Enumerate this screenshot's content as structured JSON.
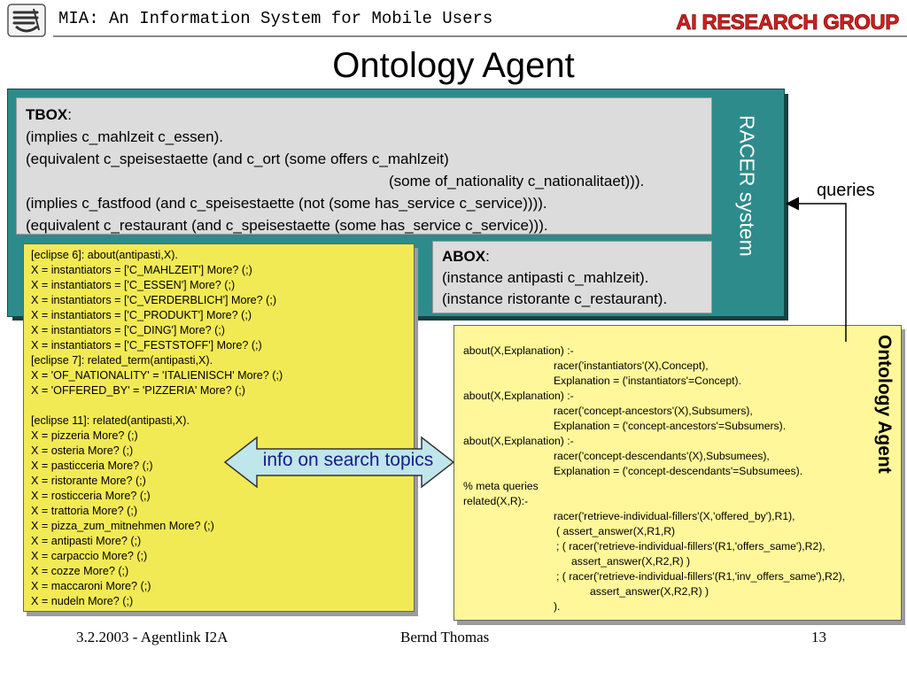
{
  "header": {
    "title": "MIA: An Information System for Mobile Users",
    "logo_text": "AI RESEARCH GROUP",
    "logo_left_icon": "mia-emblem-icon"
  },
  "slide": {
    "title": "Ontology Agent"
  },
  "racer": {
    "label": "RACER system",
    "tbox": {
      "heading": "TBOX",
      "lines": [
        "(implies c_mahlzeit c_essen).",
        "(equivalent c_speisestaette (and c_ort (some offers c_mahlzeit)",
        "(some of_nationality c_nationalitaet))).",
        "(implies c_fastfood (and c_speisestaette (not (some has_service c_service)))).",
        "(equivalent c_restaurant (and c_speisestaette (some has_service c_service)))."
      ]
    },
    "abox": {
      "heading": "ABOX",
      "lines": [
        "(instance antipasti c_mahlzeit).",
        "(instance ristorante c_restaurant)."
      ]
    }
  },
  "eclipse": {
    "group1": [
      "[eclipse 6]: about(antipasti,X).",
      "X = instantiators = ['C_MAHLZEIT']     More? (;)",
      "X = instantiators = ['C_ESSEN']     More? (;)",
      "X = instantiators = ['C_VERDERBLICH']     More? (;)",
      "X = instantiators = ['C_PRODUKT']     More? (;)",
      "X = instantiators = ['C_DING']     More? (;)",
      "X = instantiators = ['C_FESTSTOFF']     More? (;)",
      "[eclipse 7]: related_term(antipasti,X).",
      "X = 'OF_NATIONALITY' = 'ITALIENISCH'     More? (;)",
      "X = 'OFFERED_BY' = 'PIZZERIA'     More? (;)"
    ],
    "group2": [
      "[eclipse 11]: related(antipasti,X).",
      "X = pizzeria     More? (;)",
      "X = osteria     More? (;)",
      "X = pasticceria     More? (;)",
      "X = ristorante     More? (;)",
      "X = rosticceria     More? (;)",
      "X = trattoria     More? (;)",
      "X = pizza_zum_mitnehmen     More? (;)",
      "X = antipasti     More? (;)",
      "X = carpaccio     More? (;)",
      "X = cozze     More? (;)",
      "X = maccaroni     More? (;)",
      "X = nudeln     More? (;)"
    ]
  },
  "code": {
    "lines": [
      "about(X,Explanation) :-",
      "racer('instantiators'(X),Concept),",
      "Explanation = ('instantiators'=Concept).",
      "about(X,Explanation) :-",
      "racer('concept-ancestors'(X),Subsumers),",
      "Explanation = ('concept-ancestors'=Subsumers).",
      "about(X,Explanation) :-",
      "racer('concept-descendants'(X),Subsumees),",
      "Explanation = ('concept-descendants'=Subsumees).",
      "% meta queries",
      "related(X,R):-",
      "racer('retrieve-individual-fillers'(X,'offered_by'),R1),",
      "(  assert_answer(X,R1,R)",
      "; ( racer('retrieve-individual-fillers'(R1,'offers_same'),R2),",
      "assert_answer(X,R2,R) )",
      "; ( racer('retrieve-individual-fillers'(R1,'inv_offers_same'),R2),",
      "assert_answer(X,R2,R) )",
      ")."
    ]
  },
  "ontology_agent_label": "Ontology Agent",
  "queries_label": "queries",
  "info_arrow_label": "info on search topics",
  "footer": {
    "date": "3.2.2003 - Agentlink I2A",
    "author": "Bernd Thomas",
    "page": "13"
  },
  "colors": {
    "racer_teal": "#2e8b8b",
    "panel_grey": "#dcdcdc",
    "panel_yellow": "#f2ea55",
    "code_yellow": "#fff799",
    "arrow_fill": "#bfe6ea",
    "logo_red": "#d42020"
  }
}
